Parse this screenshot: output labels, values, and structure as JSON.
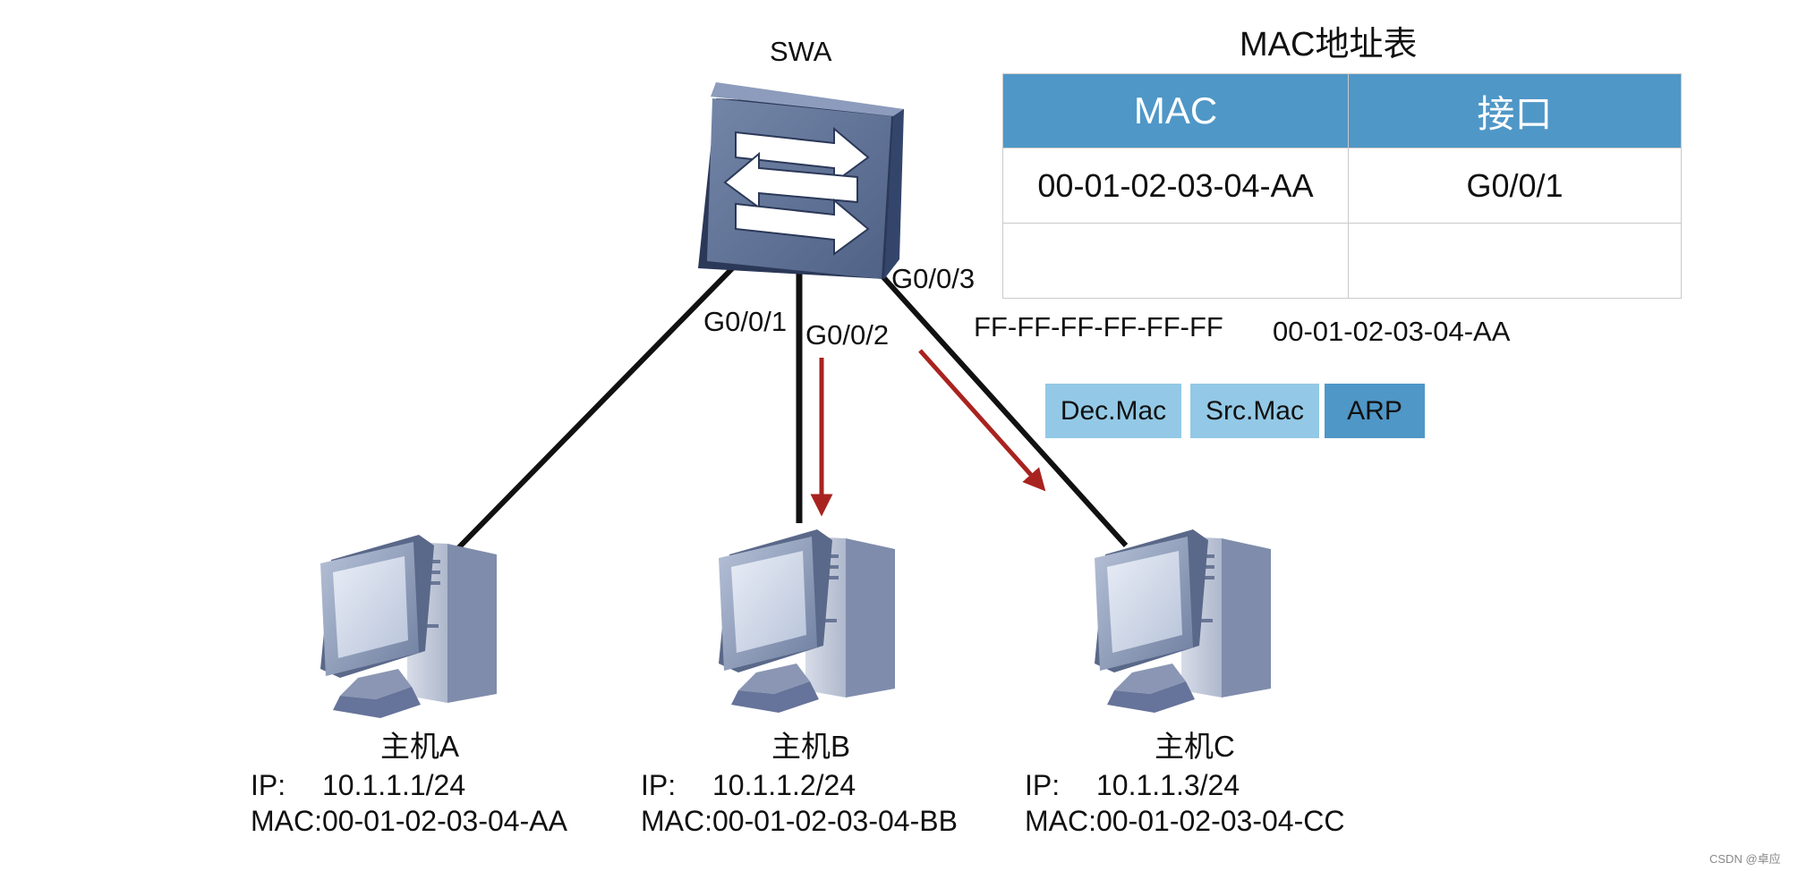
{
  "switch": {
    "name": "SWA",
    "ports": {
      "p1": "G0/0/1",
      "p2": "G0/0/2",
      "p3": "G0/0/3"
    }
  },
  "mac_table": {
    "title": "MAC地址表",
    "headers": [
      "MAC",
      "接口"
    ],
    "rows": [
      [
        "00-01-02-03-04-AA",
        "G0/0/1"
      ],
      [
        "",
        ""
      ]
    ]
  },
  "frame": {
    "dest_value": "FF-FF-FF-FF-FF-FF",
    "src_value": "00-01-02-03-04-AA",
    "fields": [
      "Dec.Mac",
      "Src.Mac",
      "ARP"
    ]
  },
  "hosts": [
    {
      "name": "主机A",
      "ip_label": "IP:",
      "ip": "10.1.1.1/24",
      "mac_label": "MAC:",
      "mac": "00-01-02-03-04-AA"
    },
    {
      "name": "主机B",
      "ip_label": "IP:",
      "ip": "10.1.1.2/24",
      "mac_label": "MAC:",
      "mac": "00-01-02-03-04-BB"
    },
    {
      "name": "主机C",
      "ip_label": "IP:",
      "ip": "10.1.1.3/24",
      "mac_label": "MAC:",
      "mac": "00-01-02-03-04-CC"
    }
  ],
  "watermark": "CSDN @卓应",
  "colors": {
    "link": "#111111",
    "arrow": "#a8231f",
    "table_header": "#4f97c7",
    "field_light": "#93c9e6",
    "field_dark": "#4f97c7",
    "switch_body": "#5c6e8f"
  }
}
